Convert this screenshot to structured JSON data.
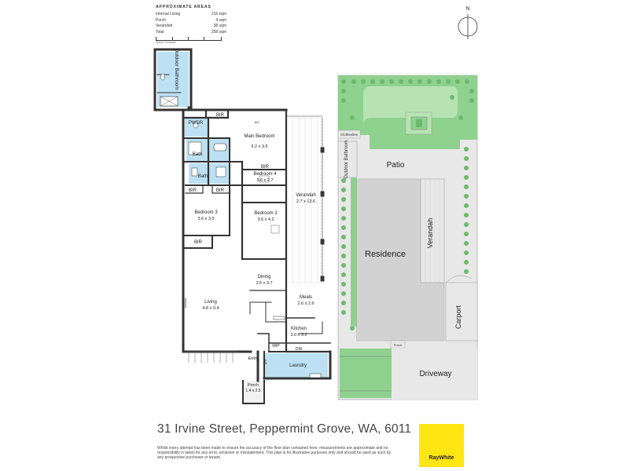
{
  "areas": {
    "heading": "APPROXIMATE AREAS",
    "rows": [
      {
        "label": "Internal Living",
        "value": "216 sqm"
      },
      {
        "label": "Porch",
        "value": "4 sqm"
      },
      {
        "label": "Verandah",
        "value": "38 sqm"
      },
      {
        "label": "Total",
        "value": "258 sqm"
      }
    ],
    "scale_label": "Speed Concepts"
  },
  "north_label": "N",
  "rooms": {
    "outdoor_bathroom": "Outdoor Bathroom",
    "pwdr": "PWDR",
    "bir_main": "BIR",
    "main_bedroom": "Main Bedroom",
    "main_bedroom_dim": "6.2 x 3.6",
    "ac": "A/C",
    "bath": "Bath",
    "bath2": "Bath",
    "bir_bed4": "BIR",
    "bedroom4": "Bedroom 4",
    "bedroom4_dim": "3.6 x 2.7",
    "bir_left": "BIR",
    "bir_right": "BIR",
    "bedroom3": "Bedroom 3",
    "bedroom3_dim": "3.6 x 3.5",
    "bedroom2": "Bedroom 2",
    "bedroom2_dim": "3.6 x 4.2",
    "bir_bed3": "BIR",
    "verandah": "Verandah",
    "verandah_dim": "2.7 x 13.6",
    "dining": "Dining",
    "dining_dim": "3.6 x 3.7",
    "living": "Living",
    "living_dim": "4.8 x 9.4",
    "meals": "Meals",
    "meals_dim": "2.6 x 2.6",
    "kitchen": "Kitchen",
    "kitchen_dim": "3.0 x 3.2",
    "wip": "WIP",
    "dw": "DW",
    "lin": "Lin",
    "entry": "Entry",
    "laundry": "Laundry",
    "porch": "Porch",
    "porch_dim": "1.4 x 2.5"
  },
  "site": {
    "clothesline": "Clothesline",
    "outdoor_bathroom": "Outdoor Bathroom",
    "patio": "Patio",
    "residence": "Residence",
    "verandah": "Verandah",
    "carport": "Carport",
    "driveway": "Driveway",
    "porch": "Porch"
  },
  "address": "31 Irvine Street, Peppermint Grove, WA, 6011",
  "disclaimer": "Whilst every attempt has been made to ensure the accuracy of the floor plan contained here, measurements are approximate and no responsibility is taken for any error, omission or misstatement. This plan is for illustrative purposes only and should be used as such by any prospective purchaser or tenant.",
  "logo": {
    "text": "RayWhite",
    "color": "#ffe512"
  },
  "colors": {
    "wet_area": "#bde0f3",
    "lawn": "#8fd18f",
    "lawn_light": "#b7e3b3",
    "paving": "#e8e8e8",
    "residence": "#d2d2d2"
  }
}
